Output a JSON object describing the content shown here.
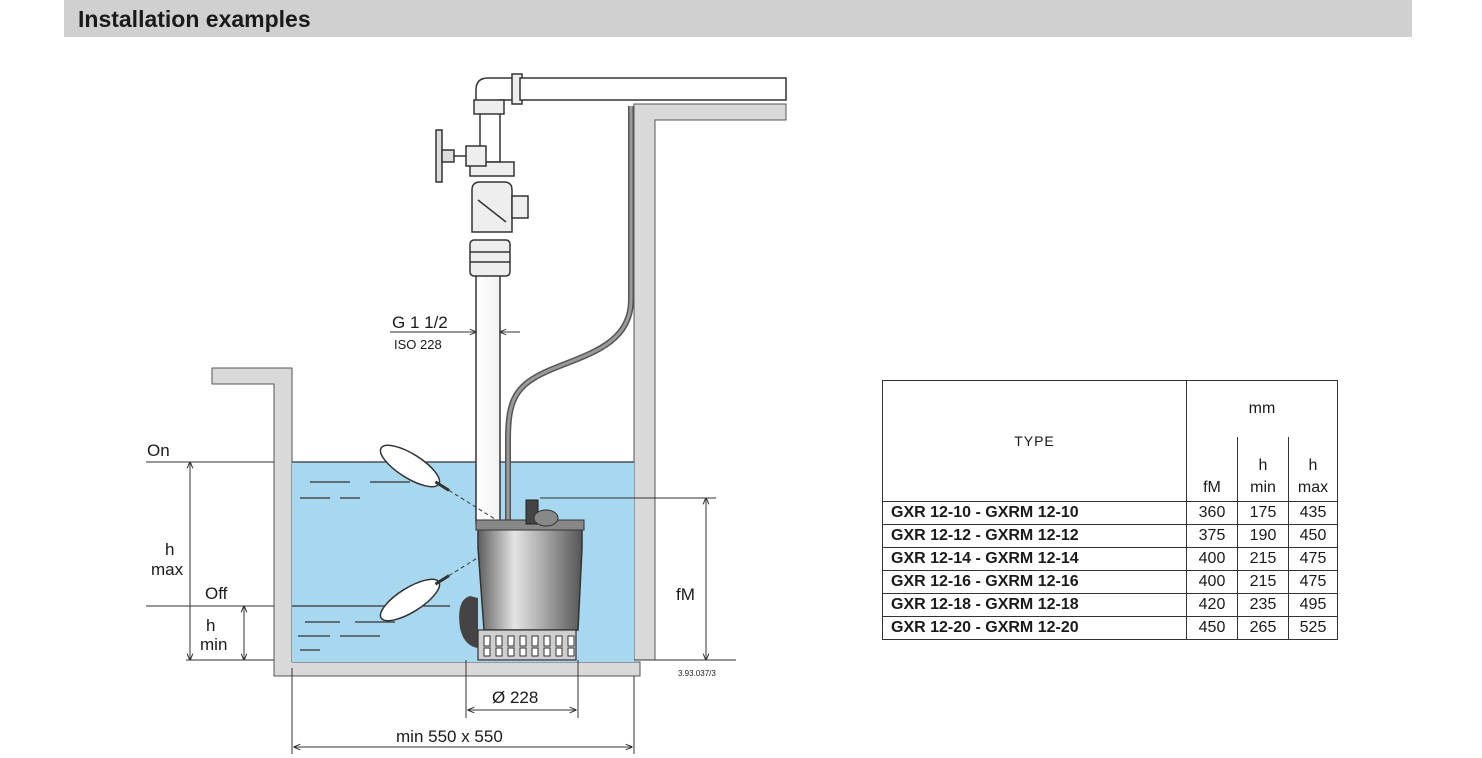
{
  "header": {
    "title": "Installation examples"
  },
  "diagram": {
    "labels": {
      "pipe_thread": "G 1 1/2",
      "pipe_standard": "ISO 228",
      "on": "On",
      "off": "Off",
      "h_max_line1": "h",
      "h_max_line2": "max",
      "h_min_line1": "h",
      "h_min_line2": "min",
      "fm": "fM",
      "diameter": "Ø 228",
      "pit_size": "min 550 x 550",
      "drawing_ref": "3.93.037/3"
    },
    "colors": {
      "water": "#a7d8ef",
      "wall": "#d9d9d9",
      "line": "#333333",
      "pump_metal": "#9a9a9a"
    }
  },
  "table": {
    "type_header": "TYPE",
    "unit_header": "mm",
    "col_fm": "fM",
    "col_hmin_1": "h",
    "col_hmin_2": "min",
    "col_hmax_1": "h",
    "col_hmax_2": "max",
    "rows": [
      {
        "type": "GXR 12-10 - GXRM 12-10",
        "fm": "360",
        "hmin": "175",
        "hmax": "435"
      },
      {
        "type": "GXR 12-12 - GXRM 12-12",
        "fm": "375",
        "hmin": "190",
        "hmax": "450"
      },
      {
        "type": "GXR 12-14 - GXRM 12-14",
        "fm": "400",
        "hmin": "215",
        "hmax": "475"
      },
      {
        "type": "GXR 12-16 - GXRM 12-16",
        "fm": "400",
        "hmin": "215",
        "hmax": "475"
      },
      {
        "type": "GXR 12-18 - GXRM 12-18",
        "fm": "420",
        "hmin": "235",
        "hmax": "495"
      },
      {
        "type": "GXR 12-20 - GXRM 12-20",
        "fm": "450",
        "hmin": "265",
        "hmax": "525"
      }
    ]
  }
}
